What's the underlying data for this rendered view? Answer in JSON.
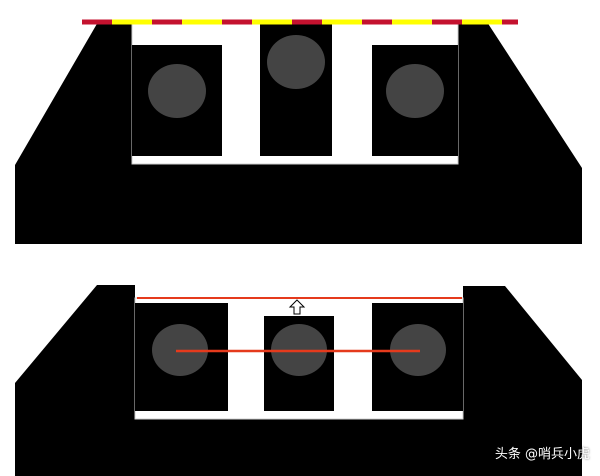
{
  "watermark": "头条 @哨兵小虎",
  "colors": {
    "background": "#ffffff",
    "body": "#000000",
    "outline": "#cfcfcf",
    "circle": "#444444",
    "stripe_red": "#c4122f",
    "stripe_yellow": "#ffff00",
    "glow_red": "#e53a1c",
    "glow_orange": "#ffb347",
    "arrow_fill": "#ffffff",
    "arrow_stroke": "#000000"
  },
  "icons": {
    "top_bar": "red-yellow-dashed-line",
    "arrow": "up-arrow-icon",
    "rod": "glowing-red-line"
  }
}
